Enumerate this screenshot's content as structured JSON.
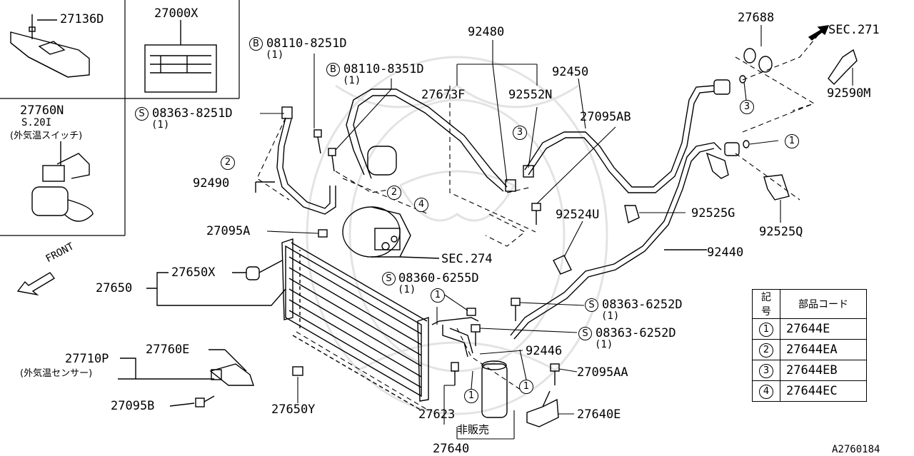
{
  "callouts": {
    "p27136D": "27136D",
    "p27000X": "27000X",
    "p27760N": "27760N",
    "s20i": "S.20I",
    "outside_temp_switch": "(外気温スイッチ)",
    "bolt_08110_8251D": "08110-8251D",
    "bolt_08110_8251D_qty": "(1)",
    "bolt_08110_8351D": "08110-8351D",
    "bolt_08110_8351D_qty": "(1)",
    "bolt_08363_8251D": "08363-8251D",
    "bolt_08363_8251D_qty": "(1)",
    "p92490": "92490",
    "p27095A": "27095A",
    "p27650X": "27650X",
    "p27650": "27650",
    "front": "FRONT",
    "p92480": "92480",
    "p27673F": "27673F",
    "p92552N": "92552N",
    "p92450": "92450",
    "p27095AB": "27095AB",
    "p27688": "27688",
    "sec271": "SEC.271",
    "p92590M": "92590M",
    "p92525G": "92525G",
    "p92525Q": "92525Q",
    "p92524U": "92524U",
    "p92440": "92440",
    "sec274": "SEC.274",
    "bolt_08360_6255D": "08360-6255D",
    "bolt_08360_6255D_qty": "(1)",
    "bolt_08363_6252D_a": "08363-6252D",
    "bolt_08363_6252D_a_qty": "(1)",
    "bolt_08363_6252D_b": "08363-6252D",
    "bolt_08363_6252D_b_qty": "(1)",
    "p92446": "92446",
    "p27095AA": "27095AA",
    "p27640E": "27640E",
    "p27623": "27623",
    "not_for_sale": "非販売",
    "p27640": "27640",
    "p27760E": "27760E",
    "p27710P": "27710P",
    "outside_temp_sensor": "(外気温センサー)",
    "p27095B": "27095B",
    "p27650Y": "27650Y",
    "figure_id": "A2760184"
  },
  "markers": {
    "b": "B",
    "s": "S",
    "one": "1",
    "two": "2",
    "three": "3",
    "four": "4"
  },
  "legend": {
    "header_symbol": "記号",
    "header_part_code": "部品コード",
    "rows": [
      {
        "symbol": "1",
        "code": "27644E"
      },
      {
        "symbol": "2",
        "code": "27644EA"
      },
      {
        "symbol": "3",
        "code": "27644EB"
      },
      {
        "symbol": "4",
        "code": "27644EC"
      }
    ]
  },
  "colors": {
    "ink": "#000000",
    "paper": "#ffffff",
    "watermark": "#e6e6e6"
  }
}
